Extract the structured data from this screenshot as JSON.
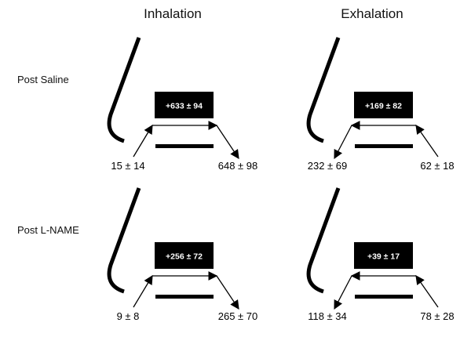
{
  "columns": [
    "Inhalation",
    "Exhalation"
  ],
  "rows": [
    "Post Saline",
    "Post L-NAME"
  ],
  "panels": [
    {
      "box": "+633 ± 94",
      "left": "15 ± 14",
      "right": "648 ± 98",
      "direction": "inhalation"
    },
    {
      "box": "+169 ± 82",
      "left": "232 ± 69",
      "right": "62 ± 18",
      "direction": "exhalation"
    },
    {
      "box": "+256 ± 72",
      "left": "9 ± 8",
      "right": "265 ± 70",
      "direction": "inhalation"
    },
    {
      "box": "+39 ± 17",
      "left": "118 ± 34",
      "right": "78 ± 28",
      "direction": "exhalation"
    }
  ],
  "colors": {
    "ink": "#000000",
    "box_text": "#ffffff"
  }
}
